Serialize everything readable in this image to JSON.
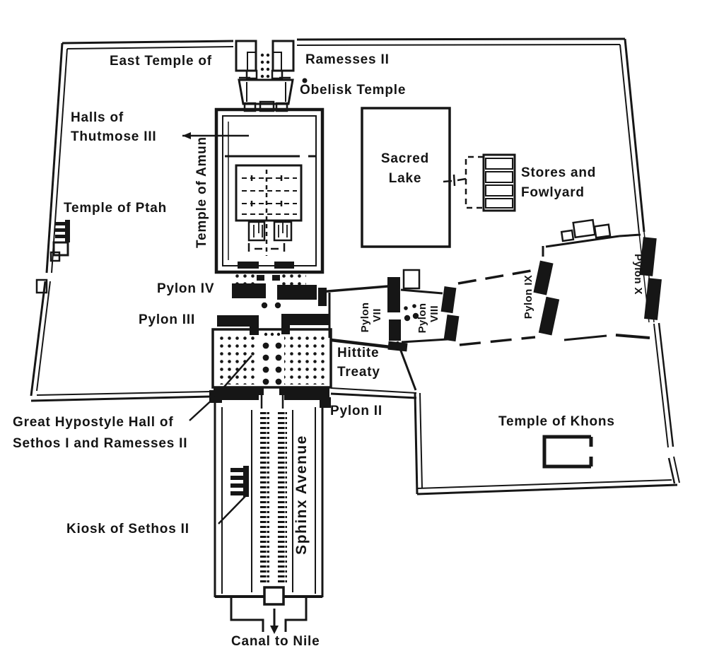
{
  "colors": {
    "ink": "#161616",
    "paper": "#ffffff"
  },
  "labels": {
    "east_temple": "East Temple of",
    "ramesses_ii": "Ramesses II",
    "obelisk_temple": "Obelisk Temple",
    "halls_of": "Halls of",
    "thutmose_iii": "Thutmose III",
    "temple_of_amun": "Temple of Amun",
    "temple_of_ptah": "Temple of Ptah",
    "sacred": "Sacred",
    "lake": "Lake",
    "stores_and": "Stores and",
    "fowlyard": "Fowlyard",
    "pylon_iv": "Pylon IV",
    "pylon_iii": "Pylon III",
    "pylon_vii_1": "Pylon",
    "pylon_vii_2": "VII",
    "pylon_viii_1": "Pylon",
    "pylon_viii_2": "VIII",
    "pylon_ix": "Pylon IX",
    "pylon_x": "Pylon X",
    "hittite": "Hittite",
    "treaty": "Treaty",
    "hypostyle_1": "Great Hypostyle Hall of",
    "hypostyle_2": "Sethos I and Ramesses II",
    "pylon_ii": "Pylon II",
    "temple_of_khons": "Temple of Khons",
    "kiosk_of_sethos": "Kiosk of Sethos II",
    "sphinx_avenue": "Sphinx Avenue",
    "canal_to_nile": "Canal to Nile"
  }
}
